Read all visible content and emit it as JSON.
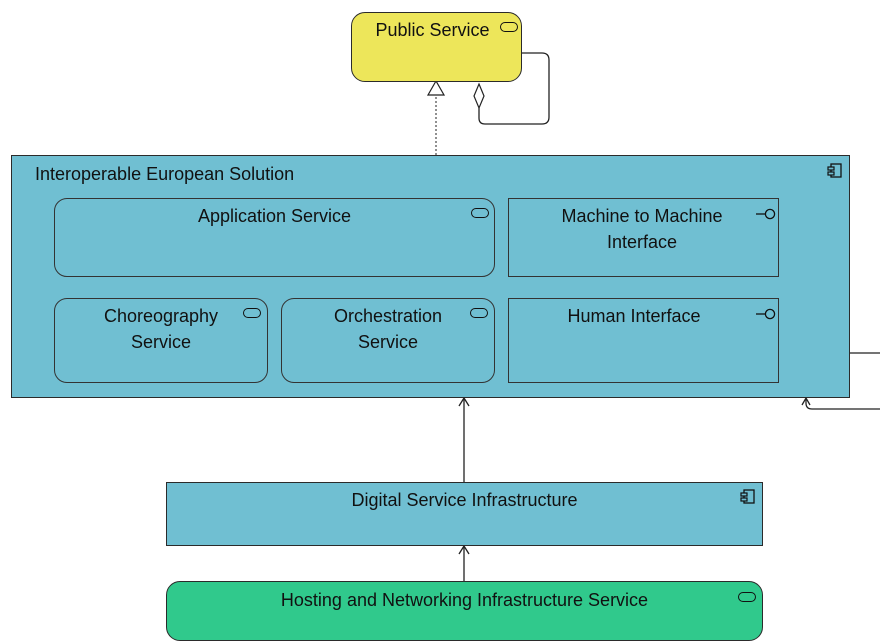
{
  "diagram": {
    "public_service": {
      "label": "Public Service",
      "icon": "service-icon"
    },
    "interoperable_solution": {
      "label": "Interoperable European Solution",
      "icon": "component-icon"
    },
    "application_service": {
      "label": "Application Service",
      "icon": "service-icon"
    },
    "m2m_interface": {
      "label": "Machine to Machine Interface",
      "icon": "interface-icon"
    },
    "choreography_service": {
      "label": "Choreography Service",
      "icon": "service-icon"
    },
    "orchestration_service": {
      "label": "Orchestration Service",
      "icon": "service-icon"
    },
    "human_interface": {
      "label": "Human Interface",
      "icon": "interface-icon"
    },
    "digital_infrastructure": {
      "label": "Digital Service Infrastructure",
      "icon": "component-icon"
    },
    "hosting_service": {
      "label": "Hosting and Networking Infrastructure Service",
      "icon": "service-icon"
    }
  },
  "colors": {
    "component": "#70bfd2",
    "public_service": "#ede65a",
    "hosting_service": "#30c98c",
    "line": "#222222"
  }
}
